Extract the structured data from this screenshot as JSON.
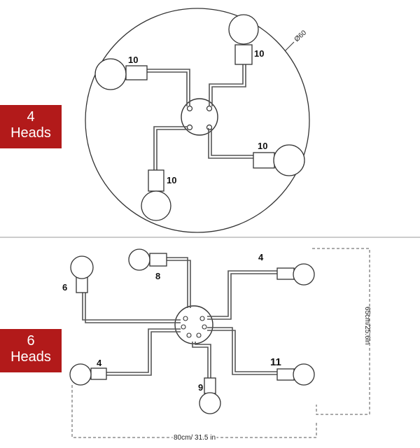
{
  "four_heads": {
    "badge_number": "4",
    "badge_word": "Heads",
    "diameter_label": "Ø60",
    "arm_lengths": [
      "10",
      "10",
      "10",
      "10"
    ]
  },
  "six_heads": {
    "badge_number": "6",
    "badge_word": "Heads",
    "arm_lengths": {
      "top_left": "8",
      "left": "6",
      "top_right": "4",
      "bottom_left": "4",
      "bottom": "9",
      "bottom_right": "11"
    },
    "height_label": "65cm/25.6in",
    "width_label": "80cm/ 31.5 in"
  },
  "colors": {
    "badge": "#b21a1a",
    "line": "#555555"
  }
}
